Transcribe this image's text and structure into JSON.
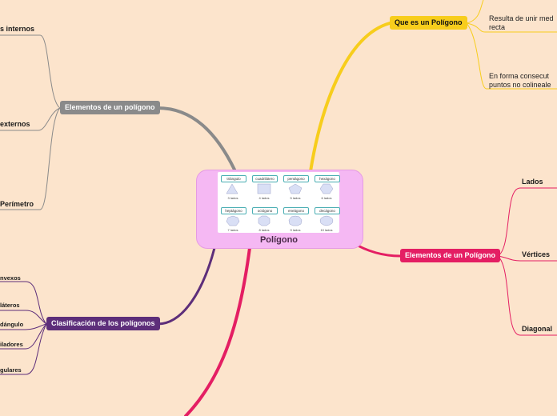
{
  "central": {
    "title": "Polígono",
    "shapes": [
      {
        "name": "triángulo",
        "sides": "3 lados",
        "icon": "triangle-icon"
      },
      {
        "name": "cuadrilátero",
        "sides": "4 lados",
        "icon": "square-icon"
      },
      {
        "name": "pentágono",
        "sides": "5 lados",
        "icon": "pentagon-icon"
      },
      {
        "name": "hexágono",
        "sides": "6 lados",
        "icon": "hexagon-icon"
      },
      {
        "name": "heptágono",
        "sides": "7 lados",
        "icon": "heptagon-icon"
      },
      {
        "name": "octógono",
        "sides": "8 lados",
        "icon": "octagon-icon"
      },
      {
        "name": "eneágono",
        "sides": "9 lados",
        "icon": "nonagon-icon"
      },
      {
        "name": "decágono",
        "sides": "10 lados",
        "icon": "decagon-icon"
      }
    ]
  },
  "branches": {
    "que_es": {
      "label": "Que es un Polígono",
      "color": "#f7cd1c",
      "notes": [
        {
          "line1": "Resulta de unir med",
          "line2": "recta"
        },
        {
          "line1": "En forma consecut",
          "line2": "puntos no colineale"
        }
      ]
    },
    "elementos_de_un_poligono": {
      "label": "Elementos de un polígono",
      "color": "#8a8a8a",
      "leaves": [
        "s internos",
        " externos",
        "Perímetro"
      ]
    },
    "elementos_de_un_poligono_2": {
      "label": "Elementos de un Polígono",
      "color": "#e41e63",
      "leaves": [
        "Lados",
        "Vértices",
        "Diagonal"
      ]
    },
    "clasificacion": {
      "label": "Clasificación de los polígonos",
      "color": "#5d2e7a",
      "leaves": [
        "nvexos",
        "láteros",
        "dángulo",
        "iladores",
        "gulares"
      ]
    }
  }
}
